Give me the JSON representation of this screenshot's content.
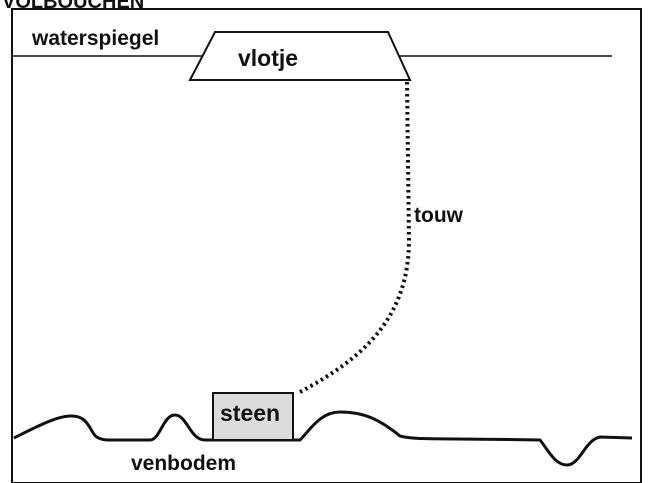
{
  "top_fragment": "VOLBOUCHEN",
  "labels": {
    "water_surface": "waterspiegel",
    "raft": "vlotje",
    "rope": "touw",
    "stone": "steen",
    "bottom": "venbodem"
  },
  "colors": {
    "ink": "#111111",
    "stone_fill": "#dcdcdc",
    "background": "#ffffff"
  }
}
